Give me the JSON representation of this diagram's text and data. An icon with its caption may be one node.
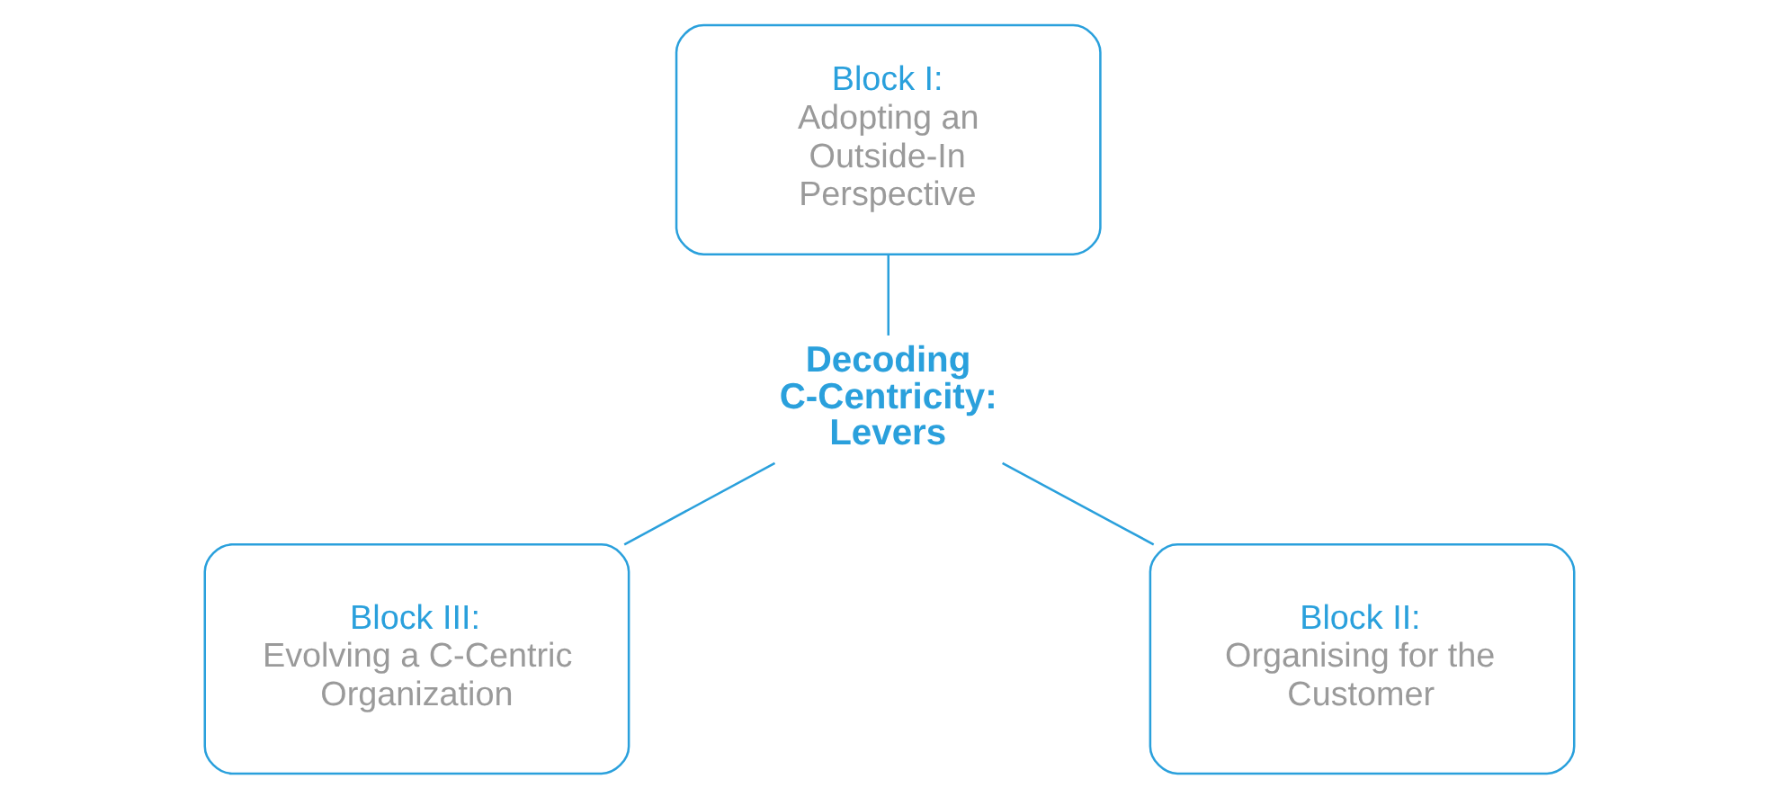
{
  "diagram": {
    "nodes": [
      {
        "text": [
          "Block I:",
          "Adopting an Outside-In Perspective"
        ]
      },
      {
        "text": [
          "Decoding C-Centricity: Levers"
        ]
      },
      {
        "text": [
          "Block III:",
          "Evolving a C-Centric Organization"
        ]
      },
      {
        "text": [
          "Block II:",
          "Organising for the Customer"
        ]
      }
    ],
    "edges": [
      {
        "from": 0,
        "to": 1,
        "arrow": "none"
      },
      {
        "from": 1,
        "to": 2,
        "arrow": "none"
      },
      {
        "from": 1,
        "to": 3,
        "arrow": "none"
      }
    ]
  }
}
